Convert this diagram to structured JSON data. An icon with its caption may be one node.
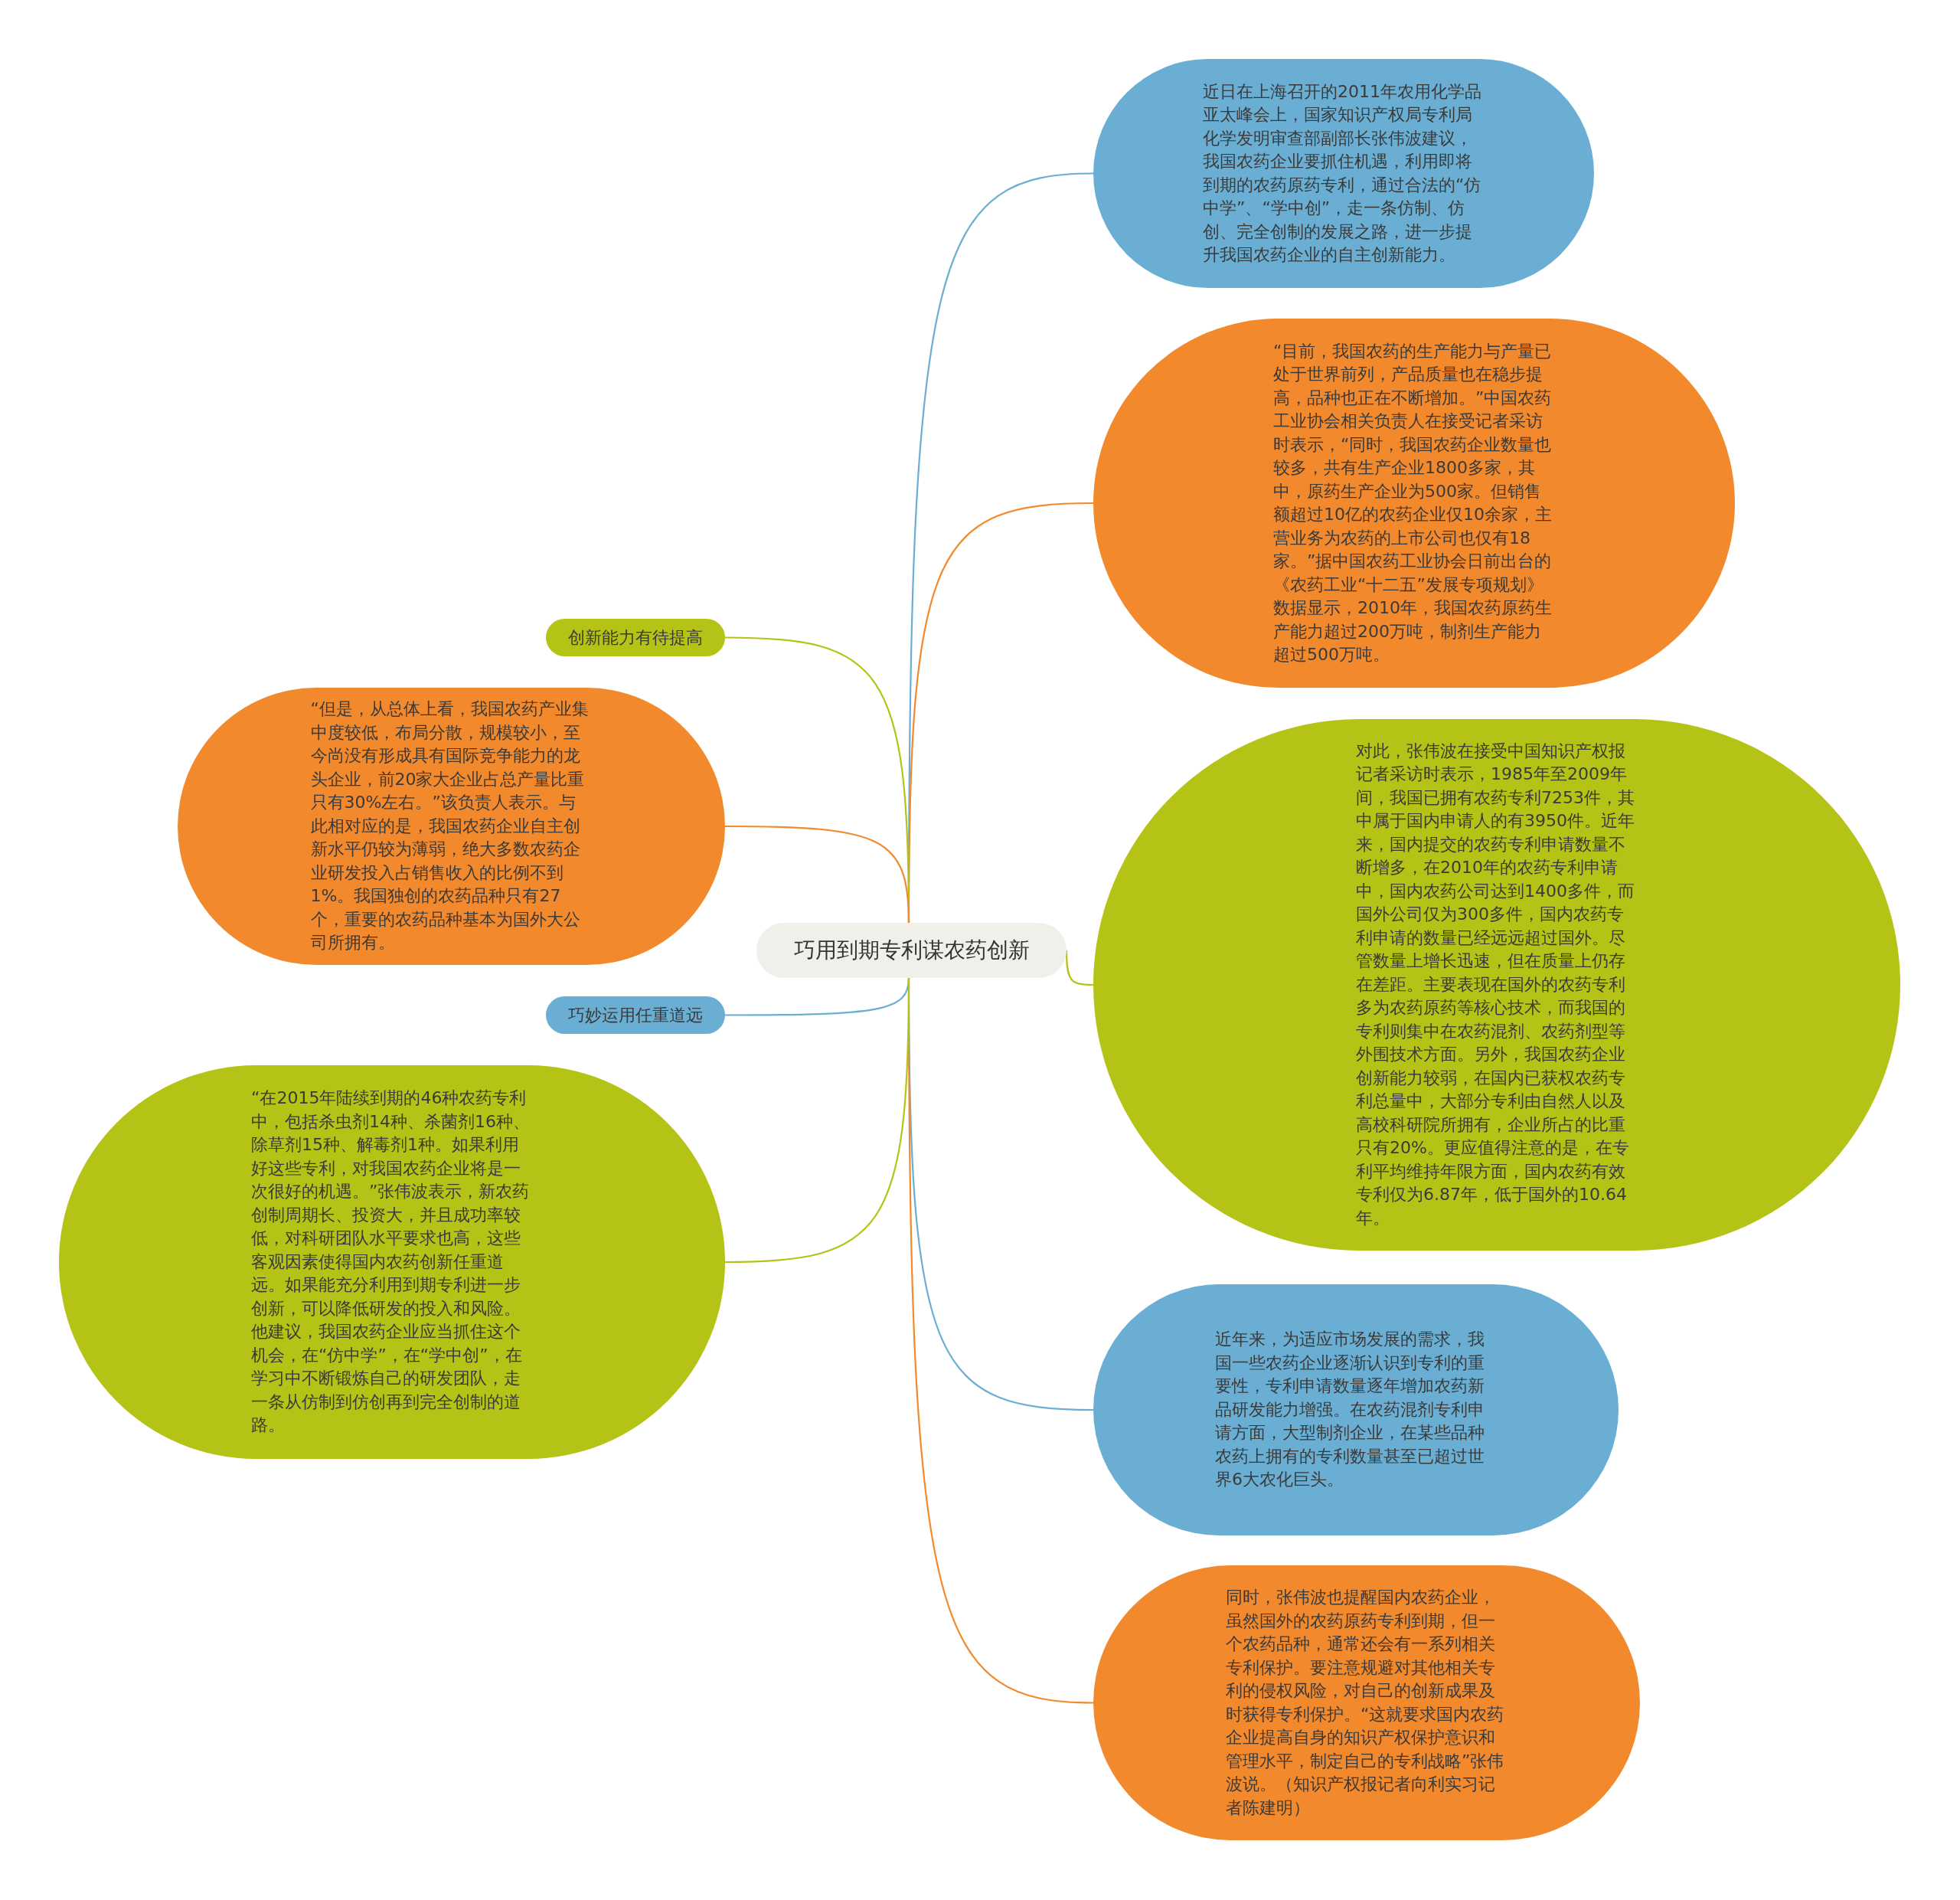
{
  "diagram": {
    "nodes": [
      {
        "text": [
          "巧用到期专利谋农药创新"
        ]
      },
      {
        "text": [
          "近日在上海召开的2011年农用化学品亚太峰会上，国家知识产权局专利局化学发明审查部副部长张伟波建议，我国农药企业要抓住机遇，利用即将到期的农药原药专利，通过合法的“仿中学”、“学中创”，走一条仿制、仿创、完全创制的发展之路，进一步提升我国农药企业的自主创新能力。"
        ]
      },
      {
        "text": [
          "“目前，我国农药的生产能力与产量已处于世界前列，产品质量也在稳步提高，品种也正在不断增加。”中国农药工业协会相关负责人在接受记者采访时表示，“同时，我国农药企业数量也较多，共有生产企业1800多家，其中，原药生产企业为500家。但销售额超过10亿的农药企业仅10余家，主营业务为农药的上市公司也仅有18家。”据中国农药工业协会日前出台的《农药工业“十二五”发展专项规划》数据显示，2010年，我国农药原药生产能力超过200万吨，制剂生产能力超过500万吨。"
        ]
      },
      {
        "text": [
          "对此，张伟波在接受中国知识产权报记者采访时表示，1985年至2009年间，我国已拥有农药专利7253件，其中属于国内申请人的有3950件。近年来，国内提交的农药专利申请数量不断增多，在2010年的农药专利申请中，国内农药公司达到1400多件，而国外公司仅为300多件，国内农药专利申请的数量已经远远超过国外。尽管数量上增长迅速，但在质量上仍存在差距。主要表现在国外的农药专利多为农药原药等核心技术，而我国的专利则集中在农药混剂、农药剂型等外围技术方面。另外，我国农药企业创新能力较弱，在国内已获权农药专利总量中，大部分专利由自然人以及高校科研院所拥有，企业所占的比重只有20%。更应值得注意的是，在专利平均维持年限方面，国内农药有效专利仅为6.87年，低于国外的10.64年。"
        ]
      },
      {
        "text": [
          "近年来，为适应市场发展的需求，我国一些农药企业逐渐认识到专利的重要性，专利申请数量逐年增加农药新品研发能力增强。在农药混剂专利申请方面，大型制剂企业，在某些品种农药上拥有的专利数量甚至已超过世界6大农化巨头。"
        ]
      },
      {
        "text": [
          "同时，张伟波也提醒国内农药企业，虽然国外的农药原药专利到期，但一个农药品种，通常还会有一系列相关专利保护。要注意规避对其他相关专利的侵权风险，对自己的创新成果及时获得专利保护。“这就要求国内农药企业提高自身的知识产权保护意识和管理水平，制定自己的专利战略”张伟波说。（知识产权报记者向利实习记者陈建明）"
        ]
      },
      {
        "text": [
          "创新能力有待提高"
        ]
      },
      {
        "text": [
          "“但是，从总体上看，我国农药产业集中度较低，布局分散，规模较小，至今尚没有形成具有国际竞争能力的龙头企业，前20家大企业占总产量比重只有30%左右。”该负责人表示。与此相对应的是，我国农药企业自主创新水平仍较为薄弱，绝大多数农药企业研发投入占销售收入的比例不到1%。我国独创的农药品种只有27个，重要的农药品种基本为国外大公司所拥有。"
        ]
      },
      {
        "text": [
          "巧妙运用任重道远"
        ]
      },
      {
        "text": [
          "“在2015年陆续到期的46种农药专利中，包括杀虫剂14种、杀菌剂16种、除草剂15种、解毒剂1种。如果利用好这些专利，对我国农药企业将是一次很好的机遇。”张伟波表示，新农药创制周期长、投资大，并且成功率较低，对科研团队水平要求也高，这些客观因素使得国内农药创新任重道远。如果能充分利用到期专利进一步创新，可以降低研发的投入和风险。他建议，我国农药企业应当抓住这个机会，在“仿中学”，在“学中创”，在学习中不断锻炼自己的研发团队，走一条从仿制到仿创再到完全创制的道路。"
        ]
      }
    ],
    "edges": [
      {
        "from": 0,
        "to": 1,
        "arrow": "none",
        "color": "#6aafd3"
      },
      {
        "from": 0,
        "to": 2,
        "arrow": "none",
        "color": "#f2892d"
      },
      {
        "from": 0,
        "to": 3,
        "arrow": "none",
        "color": "#b5c316"
      },
      {
        "from": 0,
        "to": 4,
        "arrow": "none",
        "color": "#6aafd3"
      },
      {
        "from": 0,
        "to": 5,
        "arrow": "none",
        "color": "#f2892d"
      },
      {
        "from": 0,
        "to": 6,
        "arrow": "none",
        "color": "#b5c316"
      },
      {
        "from": 0,
        "to": 7,
        "arrow": "none",
        "color": "#f2892d"
      },
      {
        "from": 0,
        "to": 8,
        "arrow": "none",
        "color": "#6aafd3"
      },
      {
        "from": 0,
        "to": 9,
        "arrow": "none",
        "color": "#b5c316"
      }
    ]
  }
}
